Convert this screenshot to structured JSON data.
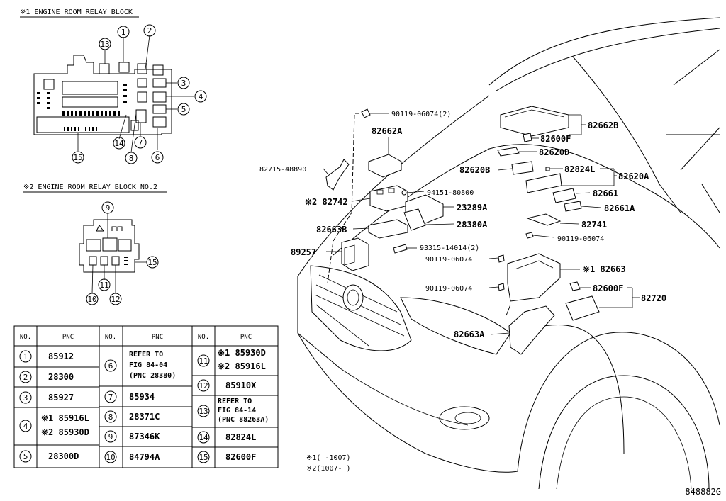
{
  "relay_block1_title": "※1 ENGINE ROOM RELAY BLOCK",
  "relay_block2_title": "※2 ENGINE ROOM RELAY BLOCK NO.2",
  "block1_callouts": [
    "1",
    "2",
    "3",
    "4",
    "5",
    "6",
    "7",
    "8",
    "13",
    "14",
    "15"
  ],
  "block2_callouts": [
    "9",
    "10",
    "11",
    "12",
    "15"
  ],
  "table": {
    "headers": [
      "NO.",
      "PNC",
      "NO.",
      "PNC",
      "NO.",
      "PNC"
    ],
    "col1": [
      {
        "no": "1",
        "pnc": [
          "85912"
        ]
      },
      {
        "no": "2",
        "pnc": [
          "28300"
        ]
      },
      {
        "no": "3",
        "pnc": [
          "85927"
        ]
      },
      {
        "no": "4",
        "pnc": [
          "※1 85916L",
          "※2 85930D"
        ]
      },
      {
        "no": "5",
        "pnc": [
          "28300D"
        ]
      }
    ],
    "col2": [
      {
        "no": "6",
        "pnc": [
          "REFER TO",
          "FIG 84-04",
          "(PNC 28380)"
        ]
      },
      {
        "no": "7",
        "pnc": [
          "85934"
        ]
      },
      {
        "no": "8",
        "pnc": [
          "28371C"
        ]
      },
      {
        "no": "9",
        "pnc": [
          "87346K"
        ]
      },
      {
        "no": "10",
        "pnc": [
          "84794A"
        ]
      }
    ],
    "col3": [
      {
        "no": "11",
        "pnc": [
          "※1 85930D",
          "※2 85916L"
        ]
      },
      {
        "no": "12",
        "pnc": [
          "85910X"
        ]
      },
      {
        "no": "13",
        "pnc": [
          "REFER TO",
          "FIG 84-14",
          "(PNC 88263A)"
        ]
      },
      {
        "no": "14",
        "pnc": [
          "82824L"
        ]
      },
      {
        "no": "15",
        "pnc": [
          "82600F"
        ]
      }
    ]
  },
  "labels": {
    "bolt_top": "90119-06074(2)",
    "p82662A": "82662A",
    "p82662B": "82662B",
    "p82600F_top": "82600F",
    "p82620D": "82620D",
    "p82620B": "82620B",
    "p82824L": "82824L",
    "p82620A": "82620A",
    "p82715": "82715-48890",
    "p82742": "※2 82742",
    "p94151": "94151-80800",
    "p23289A": "23289A",
    "p82661": "82661",
    "p82661A": "82661A",
    "p82663B": "82663B",
    "p28380A": "28380A",
    "p82741": "82741",
    "bolt_mid": "90119-06074",
    "p93315": "93315-14014(2)",
    "p89257": "89257",
    "bolt_low1": "90119-06074",
    "p82663": "※1 82663",
    "bolt_low2": "90119-06074",
    "p82600F_low": "82600F",
    "p82720": "82720",
    "p82663A": "82663A"
  },
  "footnotes": [
    "※1(     -1007)",
    "※2(1007-     )"
  ],
  "figure_id": "848882G"
}
